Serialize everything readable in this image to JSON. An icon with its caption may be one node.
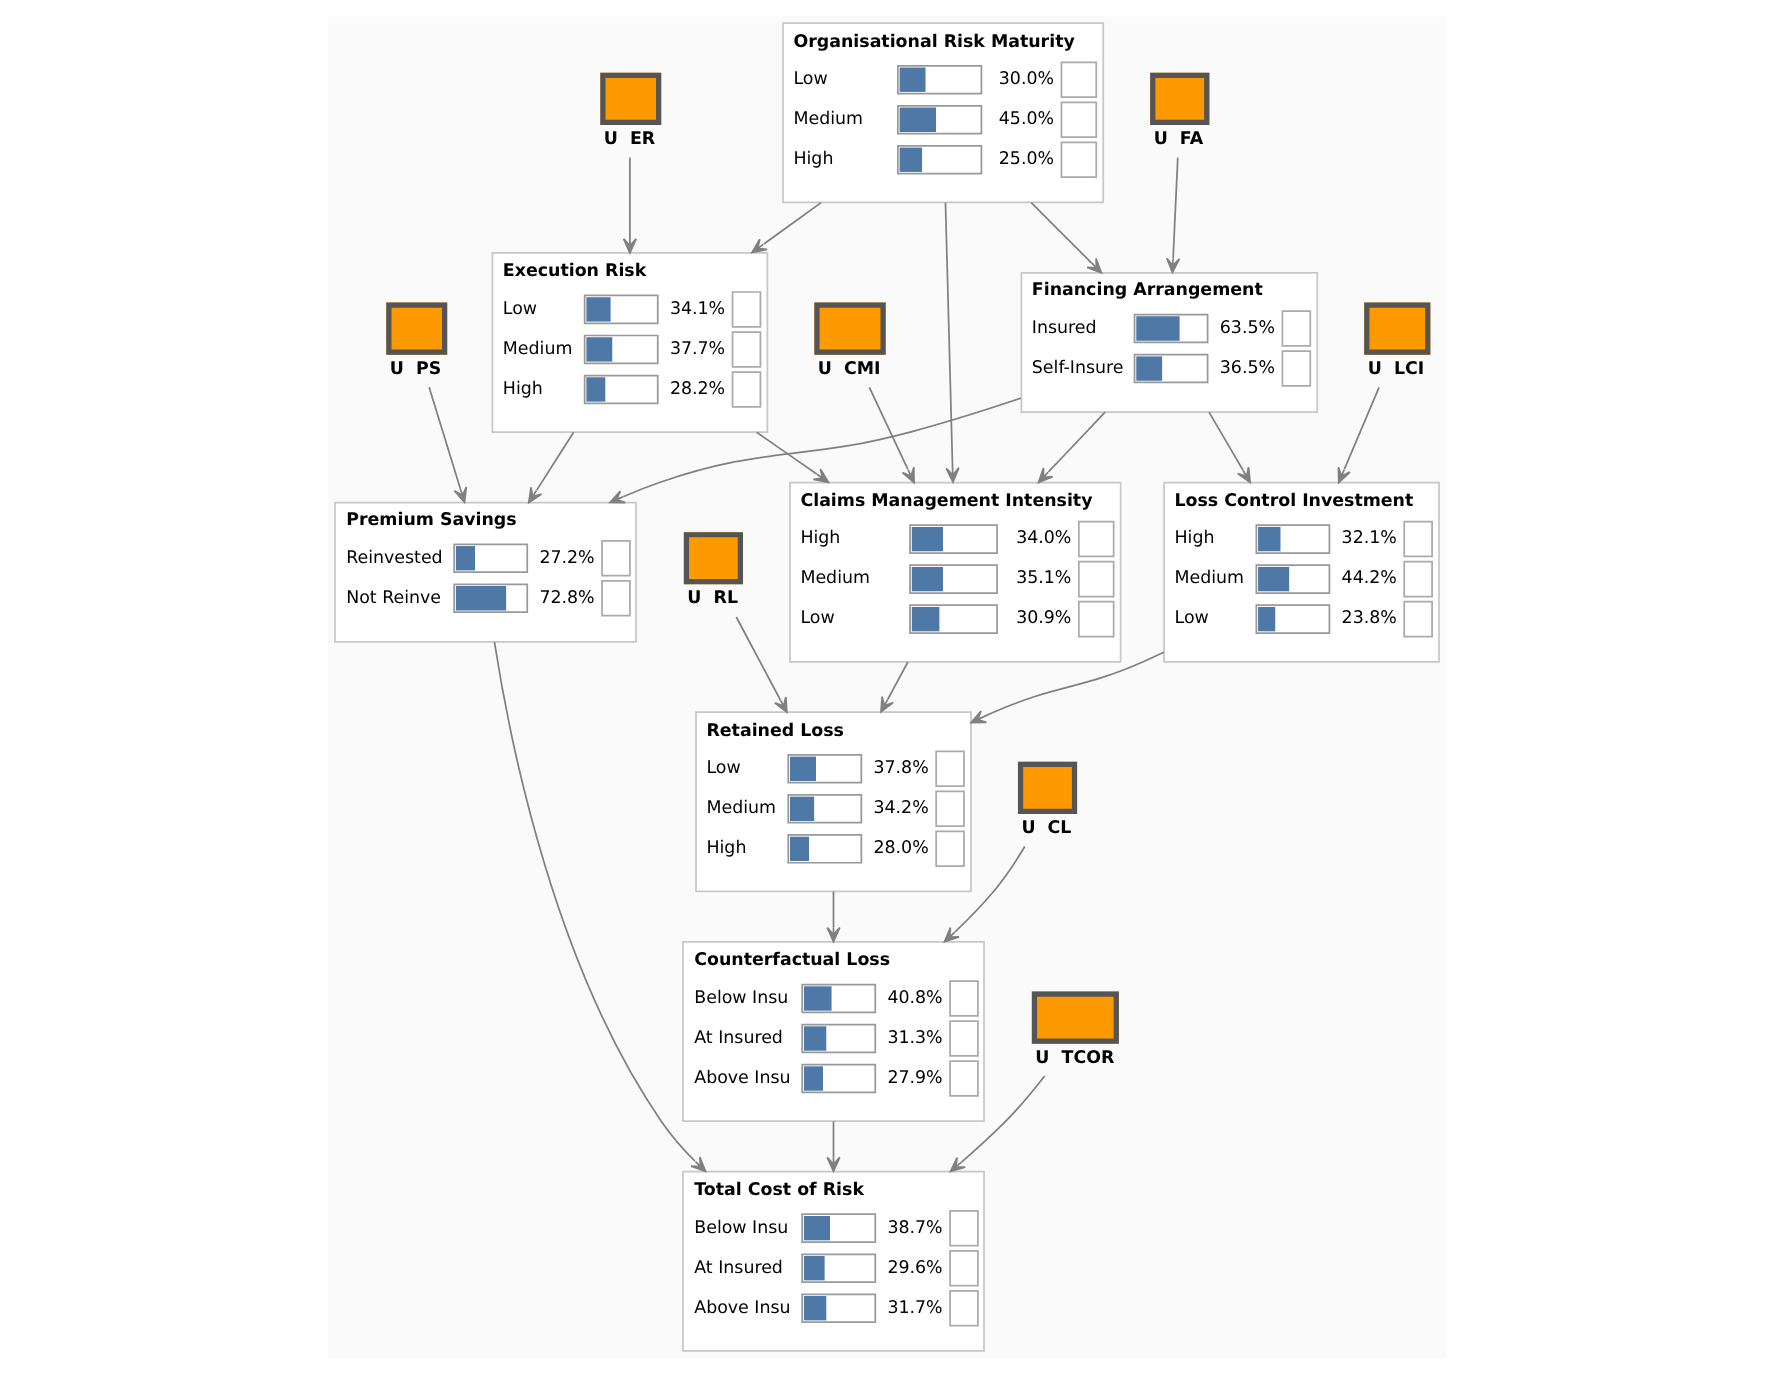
{
  "diagram": {
    "nodes": [
      {
        "text": [],
        "shape": "box",
        "beside": [
          "U  ER"
        ]
      },
      {
        "text": [
          "Organisational Risk Maturity",
          "Low",
          "30.0%",
          "Medium",
          "45.0%",
          "High",
          "25.0%"
        ]
      },
      {
        "text": [],
        "shape": "box",
        "beside": [
          "U  FA"
        ]
      },
      {
        "text": [],
        "shape": "box",
        "beside": [
          "U  PS"
        ]
      },
      {
        "text": [
          "Execution Risk",
          "Low",
          "34.1%",
          "Medium",
          "37.7%",
          "High",
          "28.2%"
        ]
      },
      {
        "text": [
          "Financing Arrangement",
          "Insured",
          "63.5%",
          "Self-Insure",
          "36.5%"
        ]
      },
      {
        "text": [],
        "shape": "box",
        "beside": [
          "U  CMI"
        ]
      },
      {
        "text": [],
        "shape": "box",
        "beside": [
          "U  LCI"
        ]
      },
      {
        "text": [
          "Premium Savings",
          "Reinvested",
          "27.2%",
          "Not Reinve",
          "72.8%"
        ]
      },
      {
        "text": [
          "Claims Management Intensity",
          "High",
          "34.0%",
          "Medium",
          "35.1%",
          "Low",
          "30.9%"
        ]
      },
      {
        "text": [
          "Loss Control Investment",
          "High",
          "32.1%",
          "Medium",
          "44.2%",
          "Low",
          "23.8%"
        ]
      },
      {
        "text": [],
        "shape": "box",
        "beside": [
          "U  RL"
        ]
      },
      {
        "text": [
          "Retained Loss",
          "Low",
          "37.8%",
          "Medium",
          "34.2%",
          "High",
          "28.0%"
        ]
      },
      {
        "text": [],
        "shape": "box",
        "beside": [
          "U  CL"
        ]
      },
      {
        "text": [
          "Counterfactual Loss",
          "Below Insu",
          "40.8%",
          "At Insured",
          "31.3%",
          "Above Insu",
          "27.9%"
        ]
      },
      {
        "text": [],
        "shape": "box",
        "beside": [
          "U  TCOR"
        ]
      },
      {
        "text": [
          "Total Cost of Risk",
          "Below Insu",
          "38.7%",
          "At Insured",
          "29.6%",
          "Above Insu",
          "31.7%"
        ]
      }
    ],
    "edges": [
      {
        "from": 1,
        "to": 4,
        "arrow": "to"
      },
      {
        "from": 1,
        "to": 9,
        "arrow": "to"
      },
      {
        "from": 1,
        "to": 5,
        "arrow": "to"
      },
      {
        "from": 0,
        "to": 4,
        "arrow": "to"
      },
      {
        "from": 2,
        "to": 5,
        "arrow": "to"
      },
      {
        "from": 3,
        "to": 8,
        "arrow": "to"
      },
      {
        "from": 4,
        "to": 8,
        "arrow": "to"
      },
      {
        "from": 4,
        "to": 9,
        "arrow": "to"
      },
      {
        "from": 5,
        "to": 8,
        "arrow": "to"
      },
      {
        "from": 6,
        "to": 9,
        "arrow": "to"
      },
      {
        "from": 5,
        "to": 9,
        "arrow": "to"
      },
      {
        "from": 5,
        "to": 10,
        "arrow": "to"
      },
      {
        "from": 7,
        "to": 10,
        "arrow": "to"
      },
      {
        "from": 9,
        "to": 12,
        "arrow": "to"
      },
      {
        "from": 10,
        "to": 12,
        "arrow": "to"
      },
      {
        "from": 11,
        "to": 12,
        "arrow": "to"
      },
      {
        "from": 12,
        "to": 14,
        "arrow": "to"
      },
      {
        "from": 13,
        "to": 14,
        "arrow": "to"
      },
      {
        "from": 14,
        "to": 16,
        "arrow": "to"
      },
      {
        "from": 15,
        "to": 16,
        "arrow": "to"
      },
      {
        "from": 8,
        "to": 16,
        "arrow": "to"
      }
    ]
  }
}
